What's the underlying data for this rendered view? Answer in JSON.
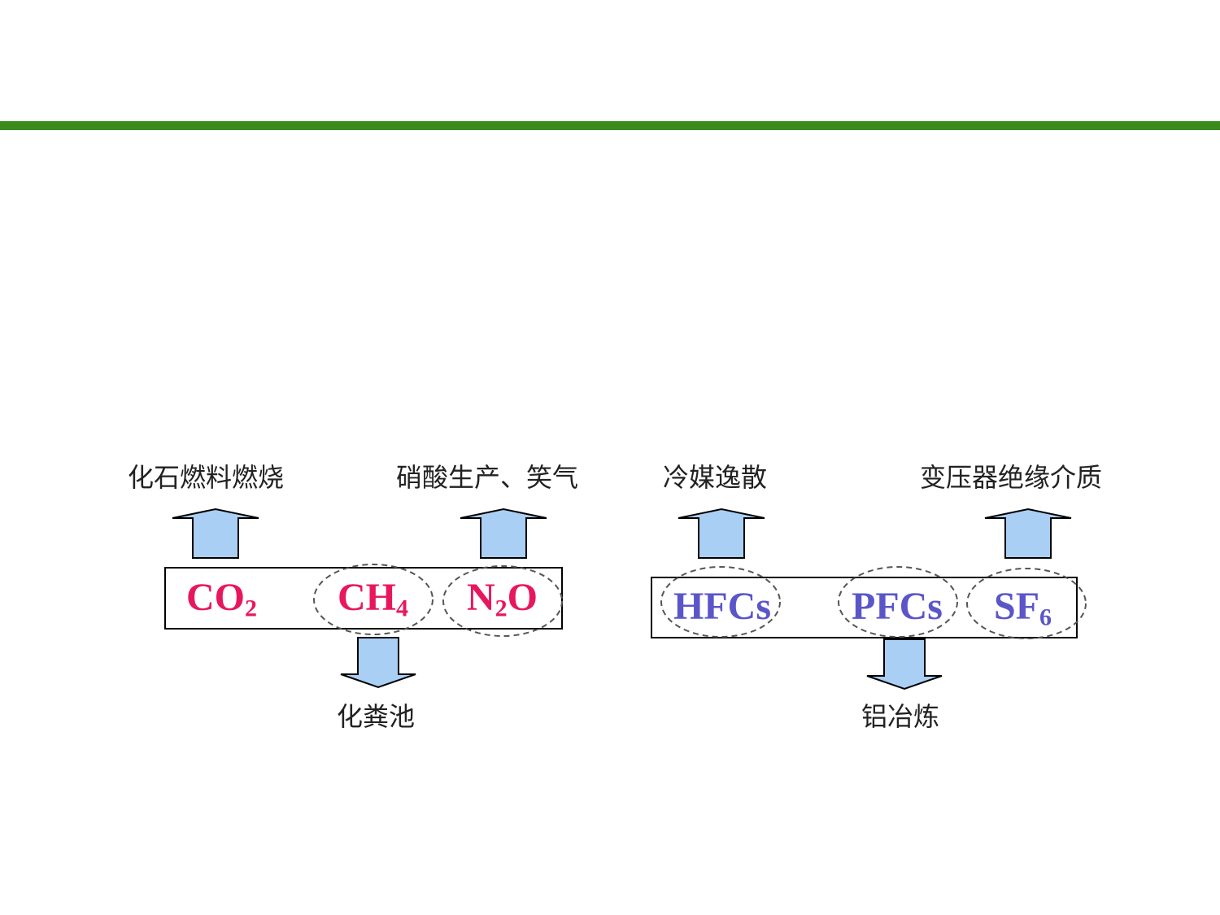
{
  "colors": {
    "topbar": "#3a8a1e",
    "arrow_fill": "#a9cff5",
    "arrow_stroke": "#000000",
    "gas_group1": "#e8175d",
    "gas_group2": "#5b56c8"
  },
  "group1": {
    "gases": [
      {
        "base": "CO",
        "sub": "2",
        "tail": ""
      },
      {
        "base": "CH",
        "sub": "4",
        "tail": ""
      },
      {
        "base": "N",
        "sub": "2",
        "tail": "O"
      }
    ],
    "sources_up": [
      "化石燃料燃烧",
      "硝酸生产、笑气"
    ],
    "source_down": "化粪池"
  },
  "group2": {
    "gases": [
      {
        "base": "HFCs",
        "sub": "",
        "tail": ""
      },
      {
        "base": "PFCs",
        "sub": "",
        "tail": ""
      },
      {
        "base": "SF",
        "sub": "6",
        "tail": ""
      }
    ],
    "sources_up": [
      "冷媒逸散",
      "变压器绝缘介质"
    ],
    "source_down": "铝冶炼"
  }
}
